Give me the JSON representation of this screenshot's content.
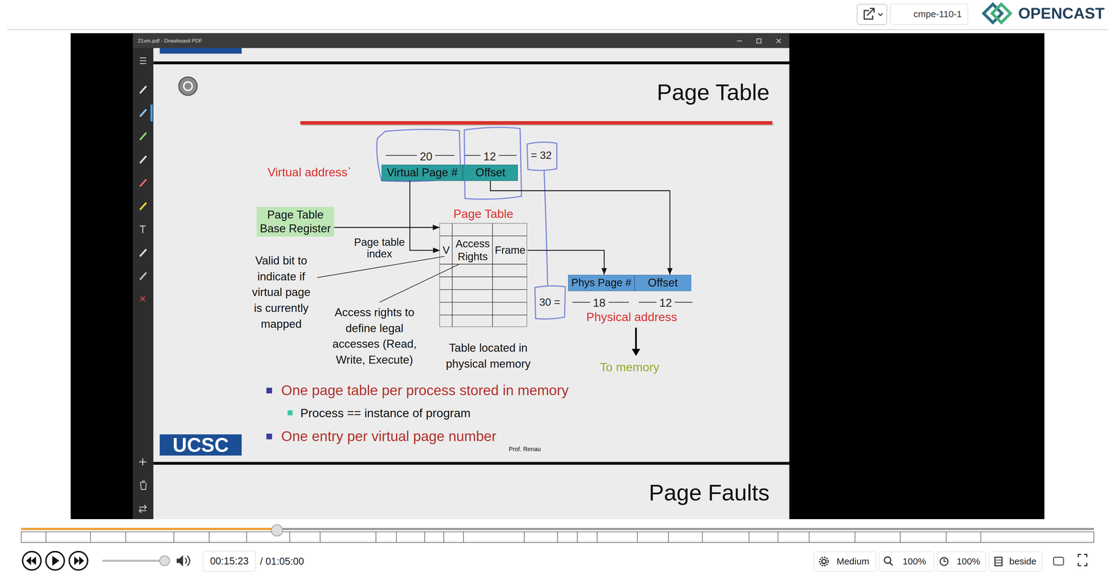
{
  "diagram": {
    "title": "Page Table",
    "nodes": [
      {
        "text": [
          "cmpe-110-1"
        ]
      },
      {
        "text": [
          "Virtual Page #"
        ]
      },
      {
        "text": [
          "Offset"
        ]
      },
      {
        "text": [
          "Page Table Base Register"
        ]
      },
      {
        "text": [
          "Page Table"
        ]
      },
      {
        "text": [
          "V"
        ],
        "in": 4
      },
      {
        "text": [
          "Access Rights"
        ],
        "in": 4
      },
      {
        "text": [
          "Frame"
        ],
        "in": 4
      },
      {
        "text": [
          "Phys Page #"
        ]
      },
      {
        "text": [
          "Offset"
        ]
      },
      {
        "text": [
          "00:15:23"
        ]
      },
      {
        "text": [
          "Medium"
        ]
      },
      {
        "text": [
          "100%"
        ]
      },
      {
        "text": [
          "100%"
        ]
      },
      {
        "text": [
          "beside"
        ]
      }
    ],
    "edges": [
      {
        "from": 1,
        "to": 5,
        "arrow": "to"
      },
      {
        "from": 3,
        "to": 4,
        "arrow": "to"
      },
      {
        "from": 2,
        "to": 9,
        "arrow": "to"
      },
      {
        "from": 7,
        "to": 8,
        "arrow": "to"
      }
    ],
    "labels": [
      "21vm.pdf - Drawboard PDF",
      "OPENCAST",
      "20",
      "12",
      "= 32",
      "Virtual address`",
      "Page table index",
      "Valid bit to indicate if virtual page is currently mapped",
      "Access rights to define legal accesses (Read, Write, Execute)",
      "30 =",
      "18",
      "12",
      "Physical address",
      "Table located in physical memory",
      "To memory",
      "One page table per process stored in memory",
      "Process == instance of program",
      "One entry per virtual page number",
      "Prof. Renau",
      "UCSC",
      "Page Faults",
      "/ 01:05:00"
    ]
  }
}
